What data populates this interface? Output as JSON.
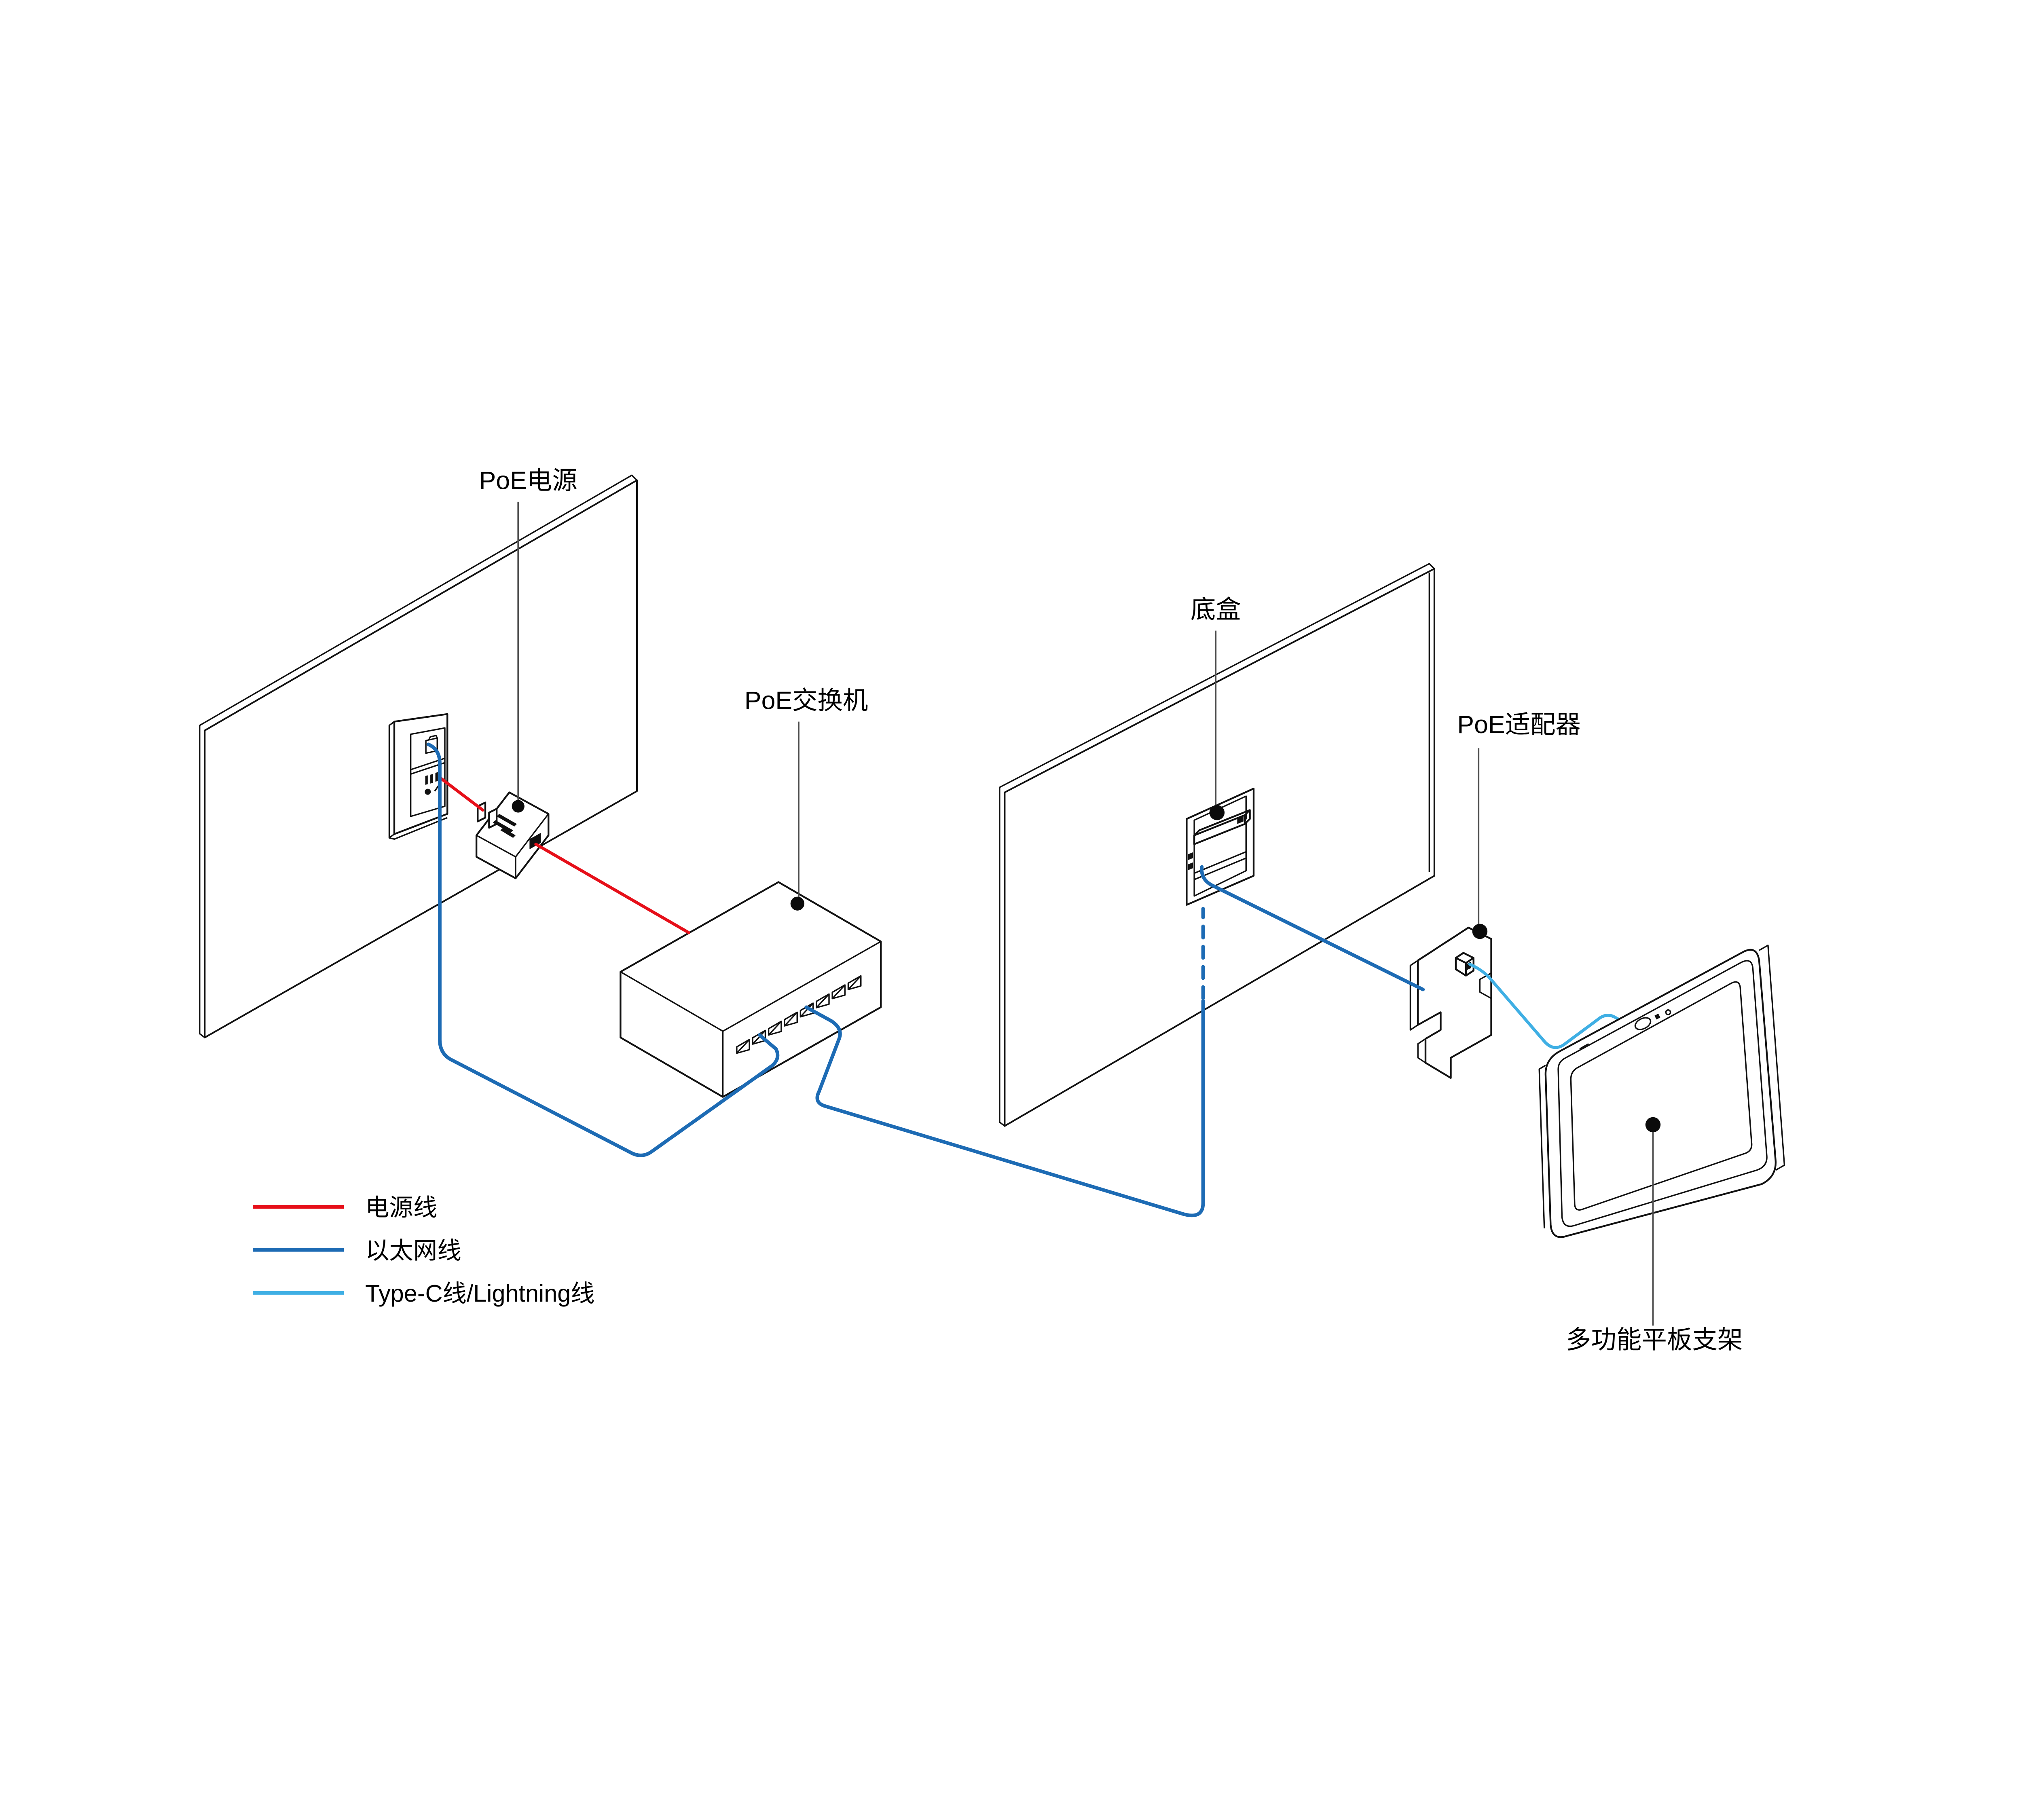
{
  "diagram": {
    "labels": {
      "poe_power": "PoE电源",
      "poe_switch": "PoE交换机",
      "junction_box": "底盒",
      "poe_adapter": "PoE适配器",
      "tablet_stand": "多功能平板支架"
    },
    "legend": {
      "items": [
        {
          "label": "电源线",
          "color": "#e60f19"
        },
        {
          "label": "以太网线",
          "color": "#1d6bb4"
        },
        {
          "label": "Type-C线/Lightning线",
          "color": "#3fafe4"
        }
      ]
    },
    "colors": {
      "power_cable": "#e60f19",
      "ethernet_cable": "#1d6bb4",
      "typec_cable": "#3fafe4",
      "outline": "#111111",
      "leader": "#4d4d4d"
    }
  }
}
